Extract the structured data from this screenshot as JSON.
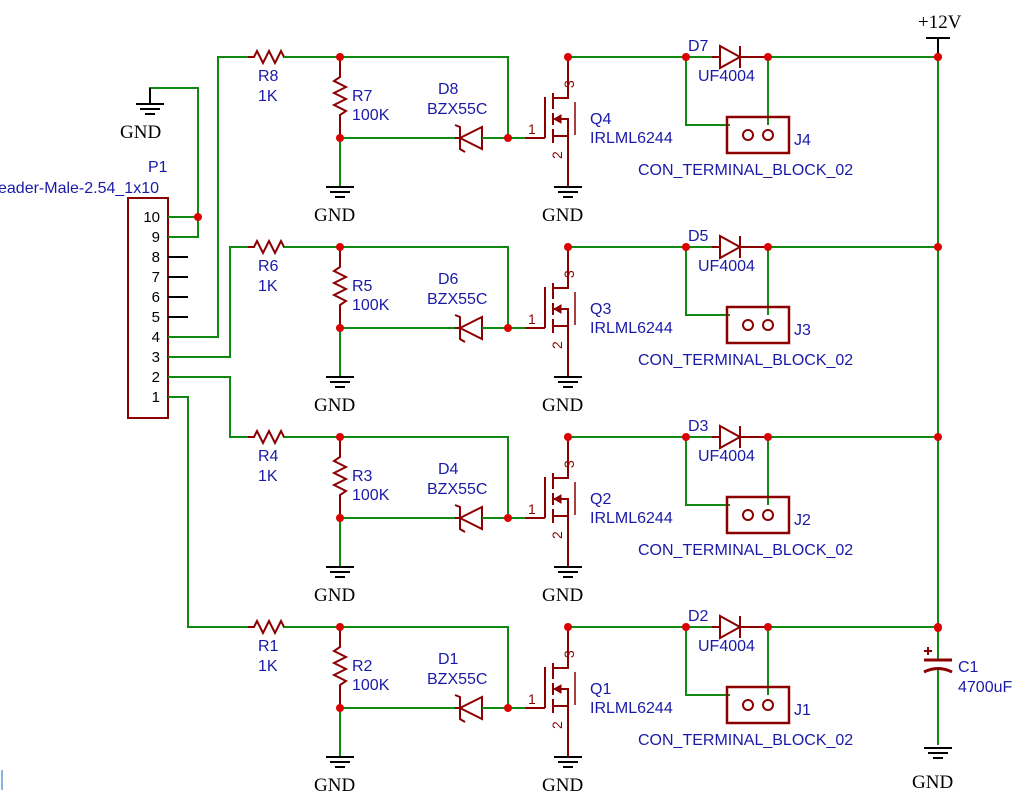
{
  "colors": {
    "wire": "#118811",
    "symbol": "#8b0000",
    "label": "#1a1aa8",
    "junction": "#dd0000",
    "ground": "#000000",
    "background": "#ffffff"
  },
  "supply": {
    "label": "+12V"
  },
  "ground_label": "GND",
  "connector": {
    "ref": "P1",
    "footprint": "eader-Male-2.54_1x10",
    "pins": [
      "10",
      "9",
      "8",
      "7",
      "6",
      "5",
      "4",
      "3",
      "2",
      "1"
    ]
  },
  "channels": [
    {
      "r_series": {
        "ref": "R8",
        "value": "1K"
      },
      "r_pulldown": {
        "ref": "R7",
        "value": "100K"
      },
      "zener": {
        "ref": "D8",
        "value": "BZX55C"
      },
      "mosfet": {
        "ref": "Q4",
        "value": "IRLML6244"
      },
      "flyback": {
        "ref": "D7",
        "value": "UF4004"
      },
      "terminal": {
        "ref": "J4",
        "value": "CON_TERMINAL_BLOCK_02"
      }
    },
    {
      "r_series": {
        "ref": "R6",
        "value": "1K"
      },
      "r_pulldown": {
        "ref": "R5",
        "value": "100K"
      },
      "zener": {
        "ref": "D6",
        "value": "BZX55C"
      },
      "mosfet": {
        "ref": "Q3",
        "value": "IRLML6244"
      },
      "flyback": {
        "ref": "D5",
        "value": "UF4004"
      },
      "terminal": {
        "ref": "J3",
        "value": "CON_TERMINAL_BLOCK_02"
      }
    },
    {
      "r_series": {
        "ref": "R4",
        "value": "1K"
      },
      "r_pulldown": {
        "ref": "R3",
        "value": "100K"
      },
      "zener": {
        "ref": "D4",
        "value": "BZX55C"
      },
      "mosfet": {
        "ref": "Q2",
        "value": "IRLML6244"
      },
      "flyback": {
        "ref": "D3",
        "value": "UF4004"
      },
      "terminal": {
        "ref": "J2",
        "value": "CON_TERMINAL_BLOCK_02"
      }
    },
    {
      "r_series": {
        "ref": "R1",
        "value": "1K"
      },
      "r_pulldown": {
        "ref": "R2",
        "value": "100K"
      },
      "zener": {
        "ref": "D1",
        "value": "BZX55C"
      },
      "mosfet": {
        "ref": "Q1",
        "value": "IRLML6244"
      },
      "flyback": {
        "ref": "D2",
        "value": "UF4004"
      },
      "terminal": {
        "ref": "J1",
        "value": "CON_TERMINAL_BLOCK_02"
      }
    }
  ],
  "capacitor": {
    "ref": "C1",
    "value": "4700uF"
  },
  "mosfet_pins": {
    "gate": "1",
    "drain": "3",
    "source": "2"
  }
}
